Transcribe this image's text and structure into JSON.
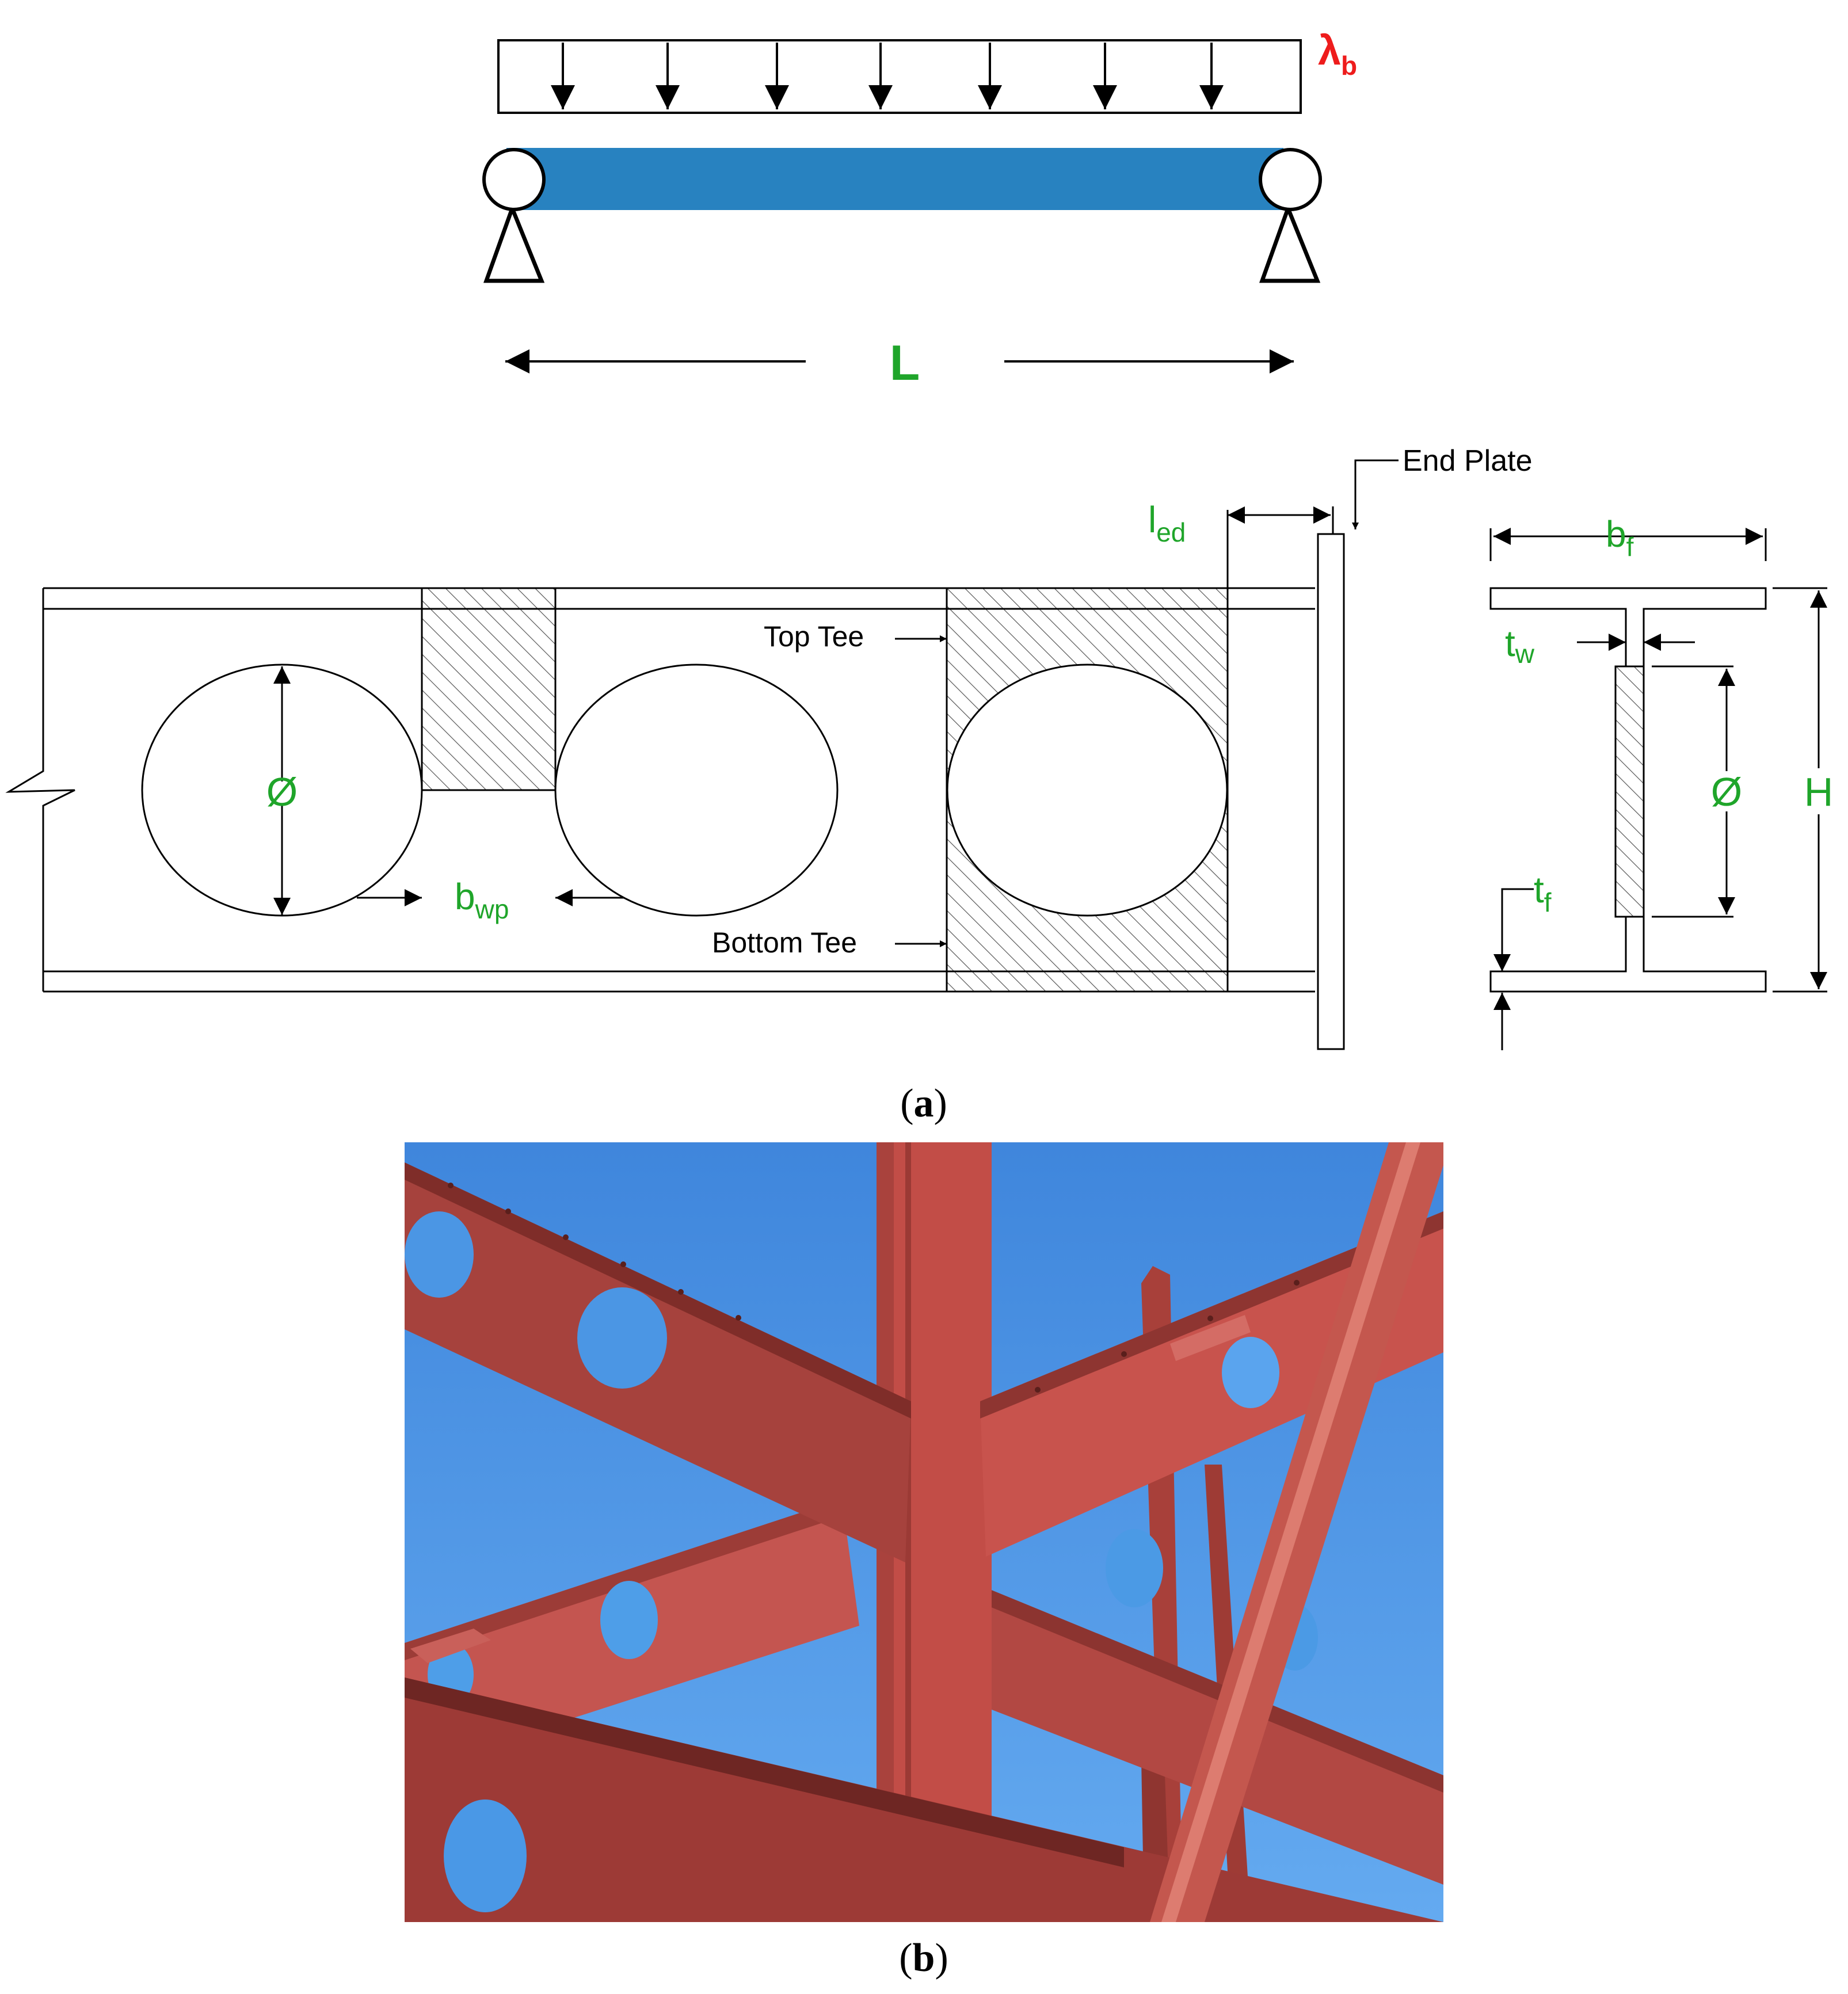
{
  "beam_diagram": {
    "load_label_main": "λ",
    "load_label_sub": "b",
    "span_label": "L"
  },
  "section_diagram": {
    "end_plate": "End Plate",
    "top_tee": "Top Tee",
    "bottom_tee": "Bottom Tee",
    "led_main": "l",
    "led_sub": "ed",
    "diameter": "Ø",
    "bwp_main": "b",
    "bwp_sub": "wp",
    "bf_main": "b",
    "bf_sub": "f",
    "tw_main": "t",
    "tw_sub": "w",
    "tf_main": "t",
    "tf_sub": "f",
    "cs_diameter": "Ø",
    "height": "H"
  },
  "captions": {
    "a_open": "(",
    "a_letter": "a",
    "a_close": ")",
    "b_open": "(",
    "b_letter": "b",
    "b_close": ")"
  },
  "colors": {
    "beam_fill": "#2882c0",
    "label_green": "#1fa52a",
    "label_red": "#ee1c1c",
    "sky": "#4d93e0",
    "steel": "#b5423c"
  }
}
